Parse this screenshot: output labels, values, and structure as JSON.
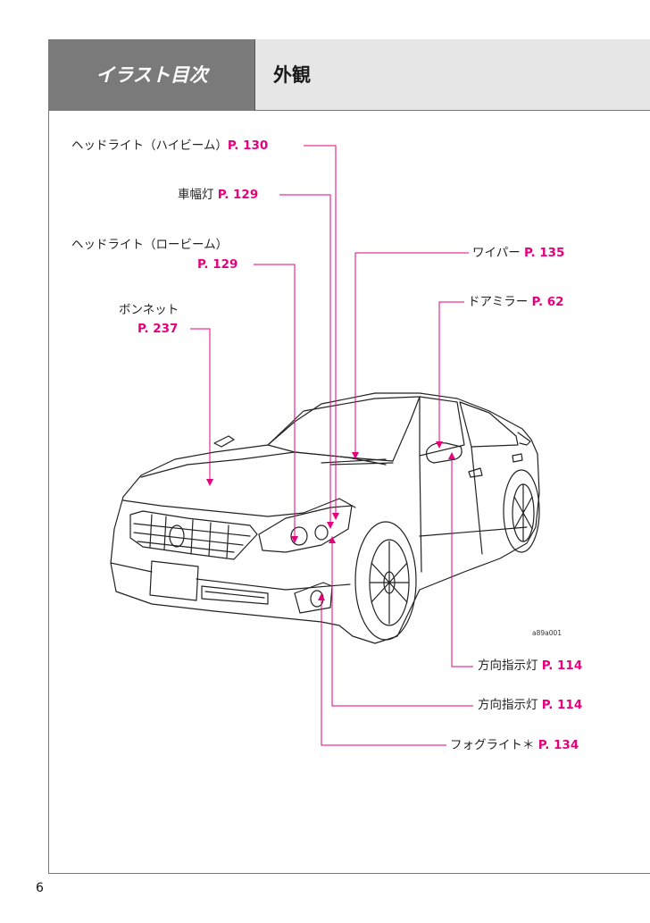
{
  "header": {
    "tab_label": "イラスト目次",
    "title": "外観"
  },
  "labels": {
    "hl_high": {
      "text": "ヘッドライト（ハイビーム）",
      "page": "P. 130"
    },
    "width_lamp": {
      "text": "車幅灯",
      "page": "P. 129"
    },
    "hl_low": {
      "text": "ヘッドライト（ロービーム）",
      "page": "P. 129"
    },
    "bonnet": {
      "text": "ボンネット",
      "page": "P. 237"
    },
    "wiper": {
      "text": "ワイパー",
      "page": "P. 135"
    },
    "door_mirror": {
      "text": "ドアミラー",
      "page": "P. 62"
    },
    "turn_signal_1": {
      "text": "方向指示灯",
      "page": "P. 114"
    },
    "turn_signal_2": {
      "text": "方向指示灯",
      "page": "P. 114"
    },
    "fog_light": {
      "text": "フォグライト",
      "asterisk": "＊",
      "page": "P. 134"
    }
  },
  "image_code": "a89a001",
  "page_number": "6",
  "colors": {
    "accent": "#e6007e",
    "tab_bg": "#7a7a7a",
    "header_bg": "#e6e6e6"
  }
}
